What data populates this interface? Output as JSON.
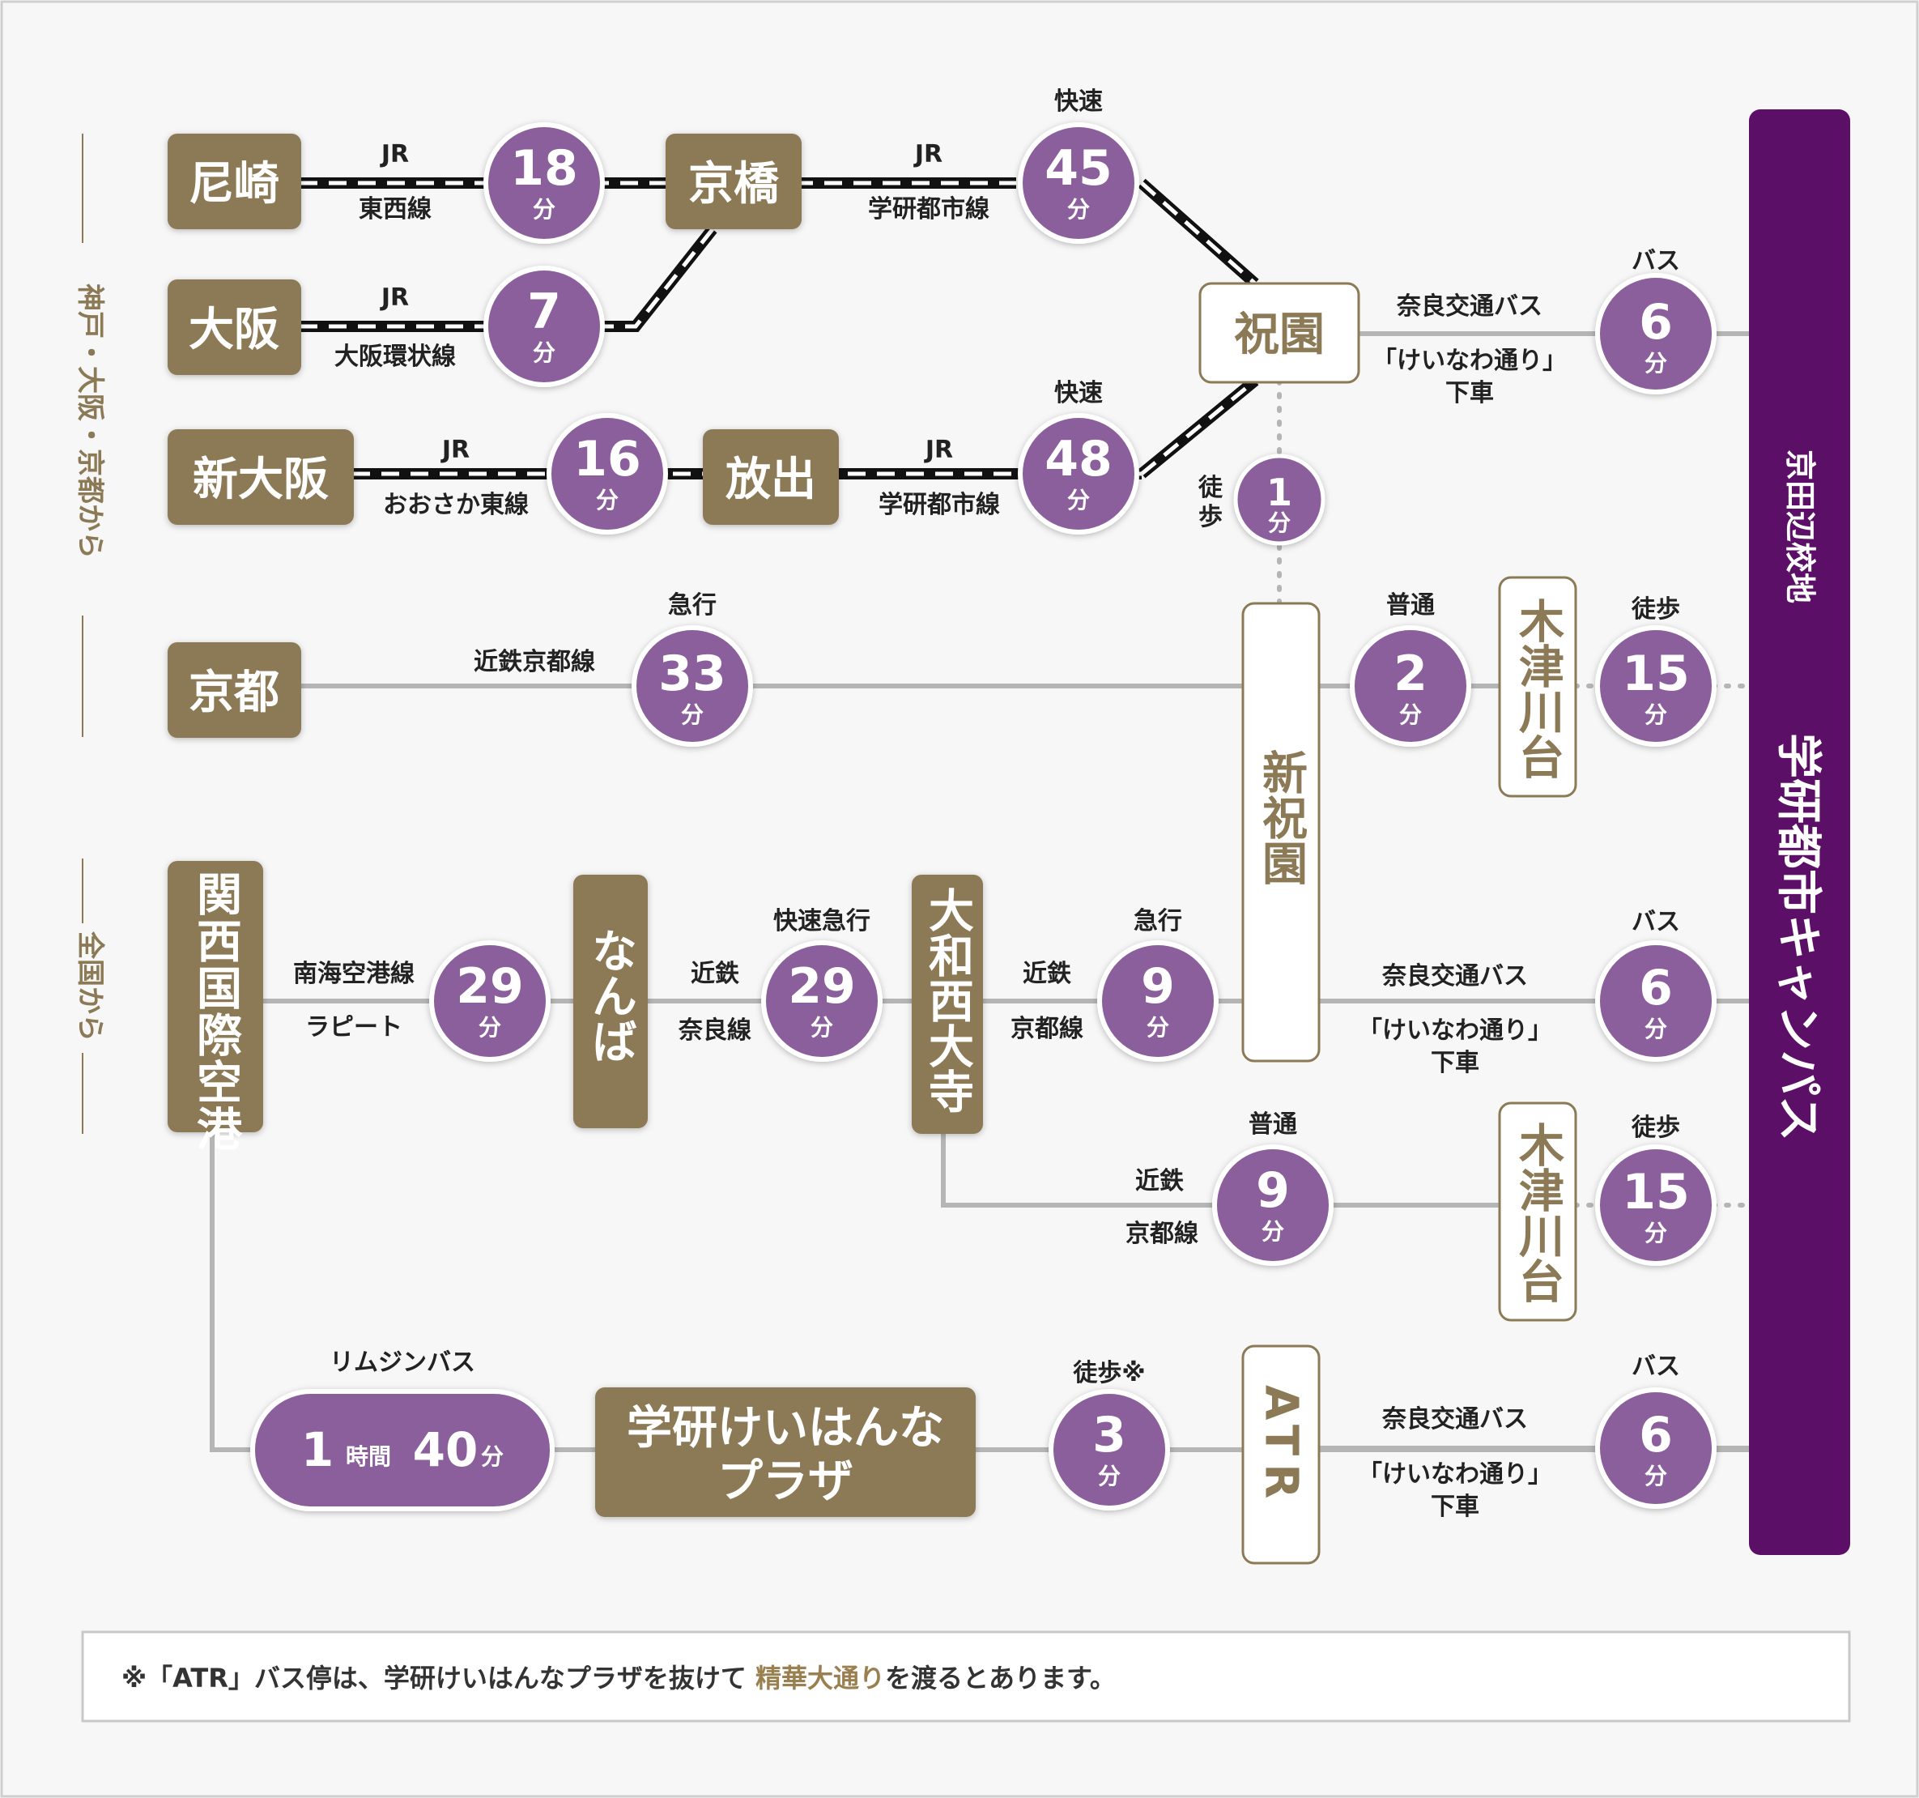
{
  "colors": {
    "purple": "#8a5f9c",
    "dark_purple": "#5c0f66",
    "gold": "#8b7a55",
    "grey_line": "#b5b5b5"
  },
  "side_labels": {
    "kansai": "神戸・大阪・京都から",
    "national": "全国から"
  },
  "campus": {
    "small": "京田辺校地",
    "big": "学研都市キャンパス"
  },
  "stations": {
    "amagasaki": "尼崎",
    "osaka": "大阪",
    "shin_osaka": "新大阪",
    "kyobashi": "京橋",
    "hanaten": "放出",
    "kyoto": "京都",
    "kansai_airport": "関西国際空港",
    "namba": "なんば",
    "yamato_saidaiji": "大和西大寺",
    "hosono": "祝園",
    "shin_hosono": "新祝園",
    "kizugawadai": "木津川台",
    "atr": "ATR",
    "plaza_line1": "学研けいはんな",
    "plaza_line2": "プラザ"
  },
  "labels": {
    "jr": "JR",
    "tozai": "東西線",
    "kanjo": "大阪環状線",
    "higashi": "おおさか東線",
    "gakken": "学研都市線",
    "kaisoku": "快速",
    "kyukou": "急行",
    "kintetsu_kyoto": "近鉄京都線",
    "futsu": "普通",
    "toho": "徒歩",
    "bus": "バス",
    "nara_bus": "奈良交通バス",
    "keinawa": "「けいなわ通り」",
    "gesha": "下車",
    "nankai": "南海空港線",
    "rapito": "ラピート",
    "kintetsu": "近鉄",
    "nara_line": "奈良線",
    "kaisoku_kyukou": "快速急行",
    "kyoto_line": "京都線",
    "limousine": "リムジンバス",
    "toho_mark": "徒歩※",
    "toho_v1": "徒",
    "toho_v2": "歩"
  },
  "times": {
    "t18": "18",
    "t7": "7",
    "t16": "16",
    "t45": "45",
    "t48": "48",
    "t1": "1",
    "t6": "6",
    "t33": "33",
    "t2": "2",
    "t15": "15",
    "t29": "29",
    "t9": "9",
    "t3": "3",
    "t40": "40",
    "fun": "分",
    "jikan": "時間"
  },
  "footnote": {
    "prefix": "※「ATR」バス停は、学研けいはんなプラザを抜けて ",
    "highlight": "精華大通り",
    "suffix": "を渡るとあります。"
  }
}
